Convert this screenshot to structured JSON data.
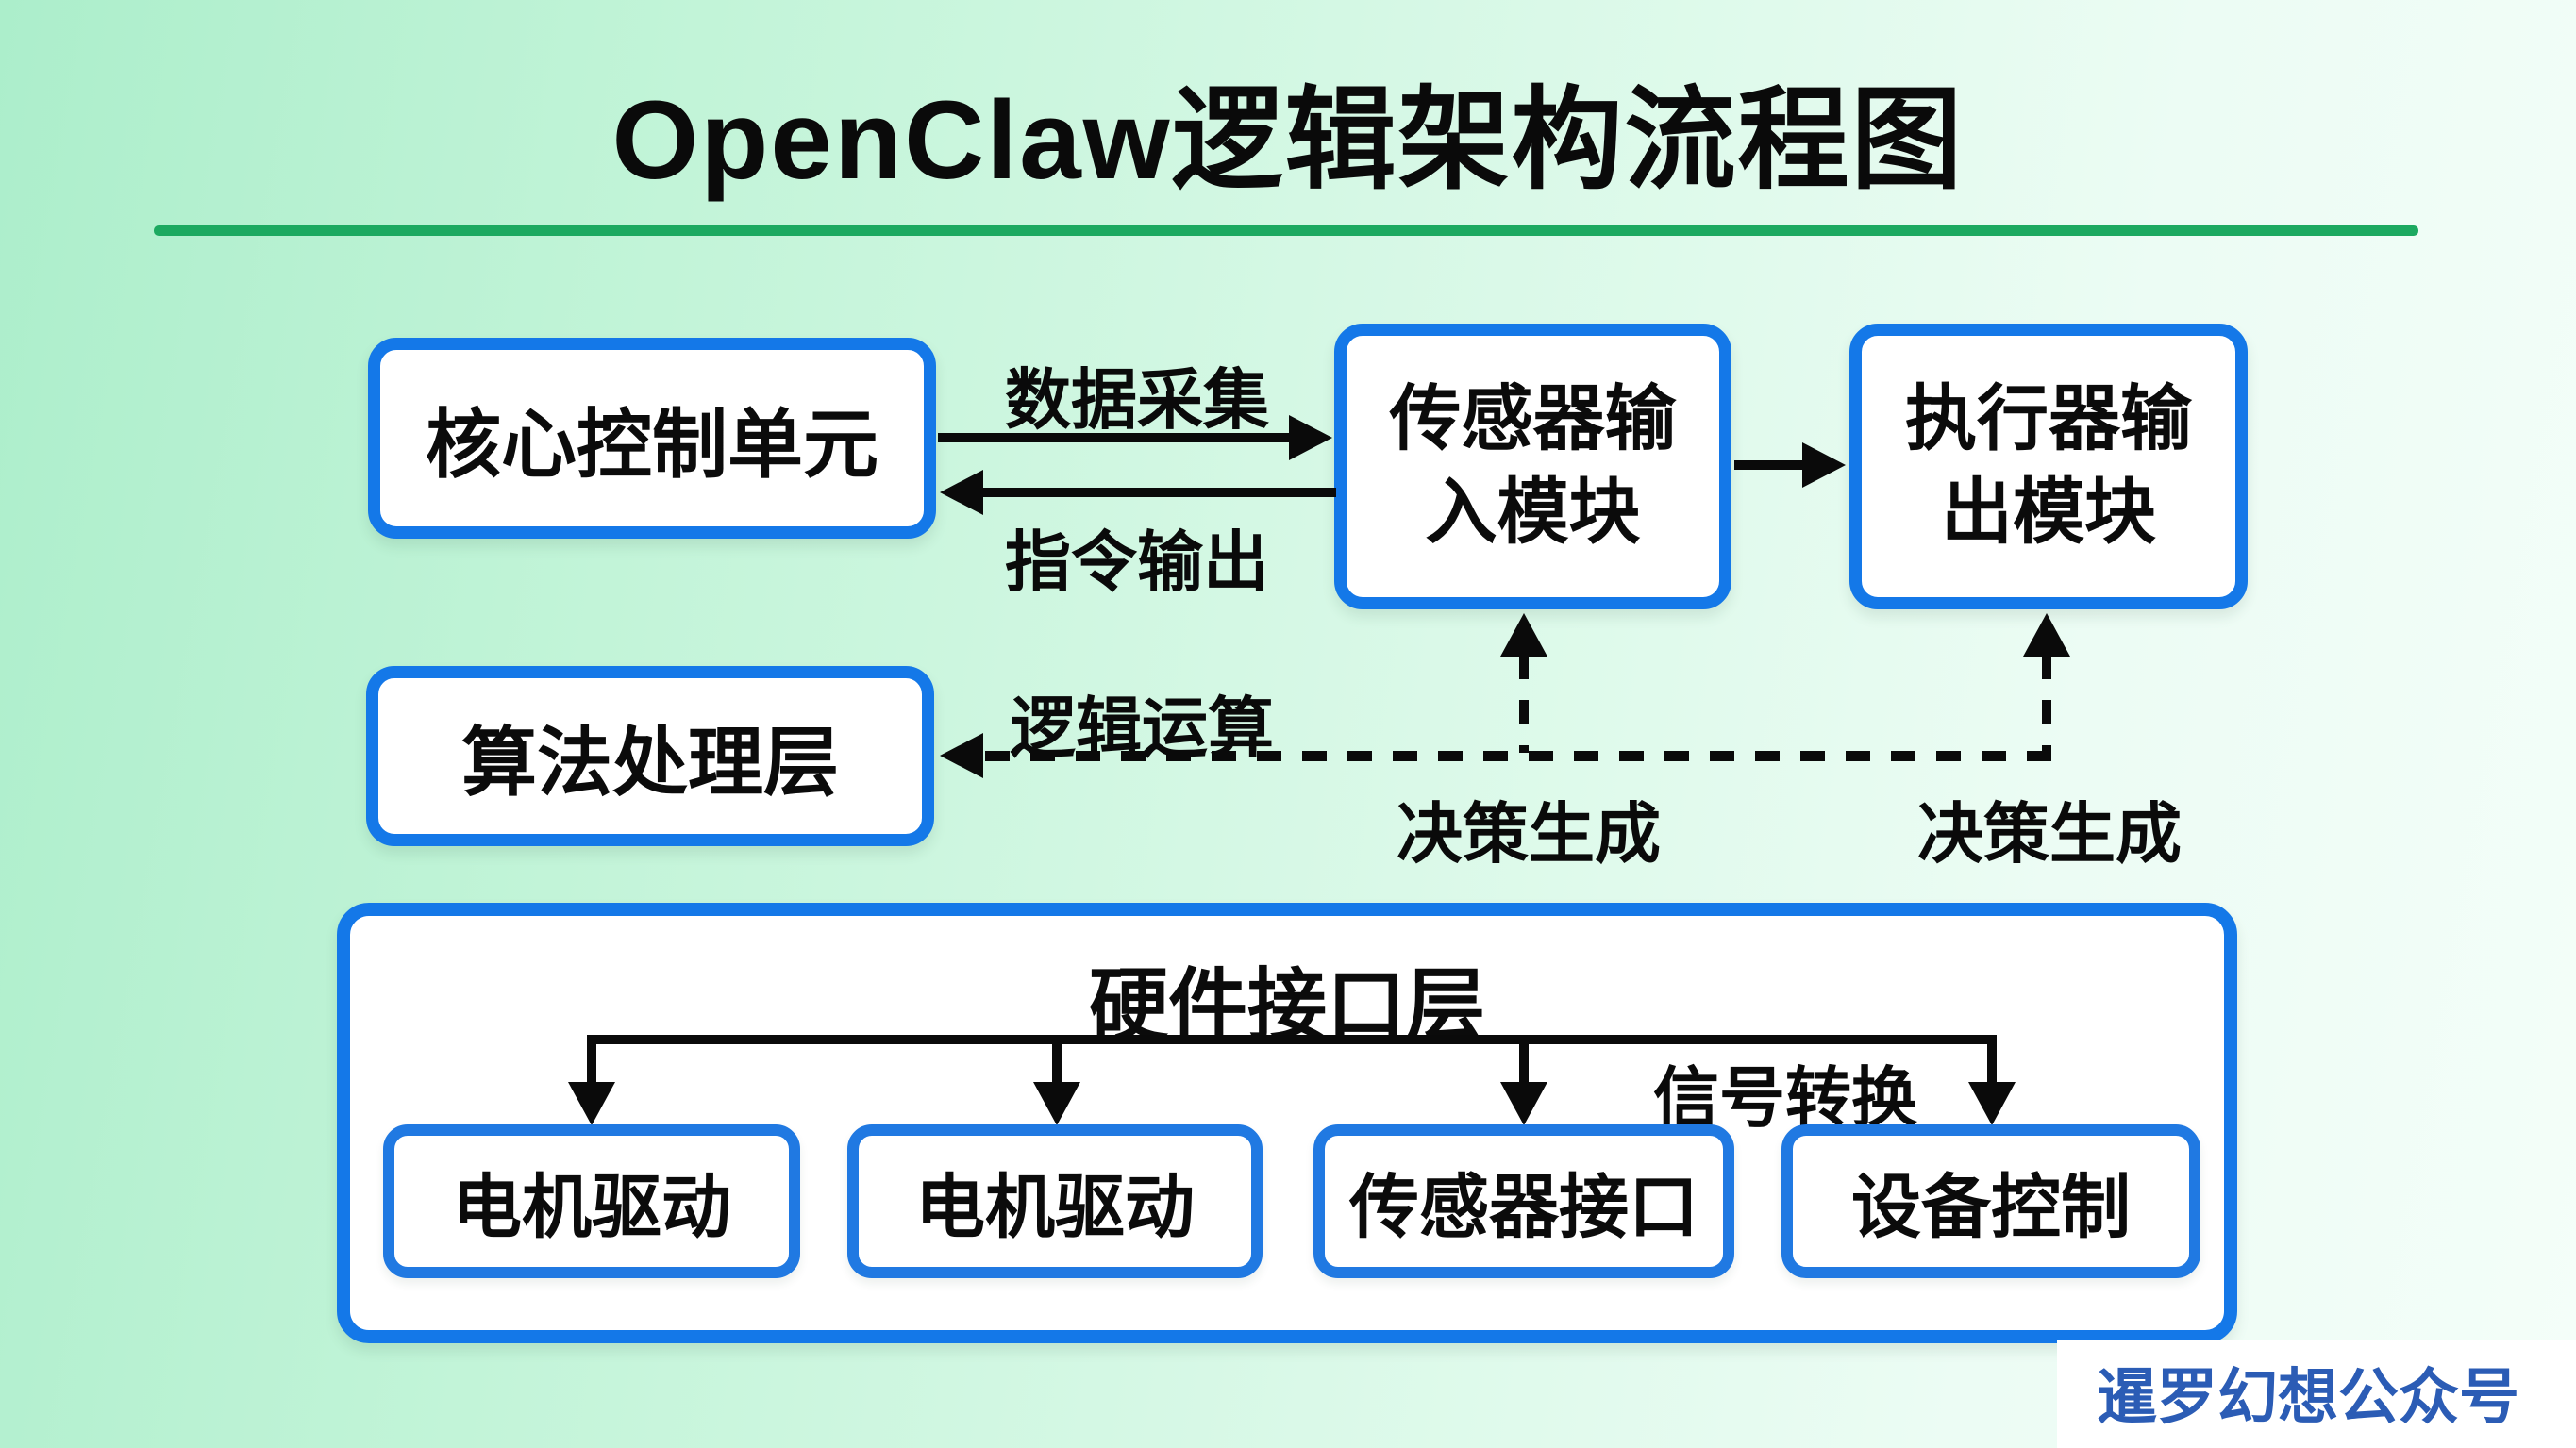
{
  "title": "OpenClaw逻辑架构流程图",
  "nodes": {
    "core_control_unit": {
      "label": "核心控制单元"
    },
    "sensor_input_module": {
      "lines": [
        "传感器输",
        "入模块"
      ]
    },
    "actuator_output_module": {
      "lines": [
        "执行器输",
        "出模块"
      ]
    },
    "algorithm_processing_layer": {
      "label": "算法处理层"
    },
    "hardware_interface_layer": {
      "label": "硬件接口层"
    },
    "hardware_children": [
      {
        "label": "电机驱动"
      },
      {
        "label": "电机驱动"
      },
      {
        "label": "传感器接口"
      },
      {
        "label": "设备控制"
      }
    ]
  },
  "edge_labels": {
    "data_acquisition": "数据采集",
    "command_output": "指令输出",
    "logic_operation": "逻辑运算",
    "decision_generation_left": "决策生成",
    "decision_generation_right": "决策生成",
    "signal_conversion": "信号转换"
  },
  "watermark": {
    "text": "暹罗幻想公众号"
  },
  "colors": {
    "background_green_left": "#aceecb",
    "background_green_right": "#f4fef9",
    "title_rule_green": "#1ca960",
    "box_border_blue": "#1478e8",
    "box_fill": "#ffffff",
    "arrow_black": "#0a0a0a",
    "watermark_text_blue": "#2b5cb5",
    "watermark_bg": "#ffffff"
  }
}
